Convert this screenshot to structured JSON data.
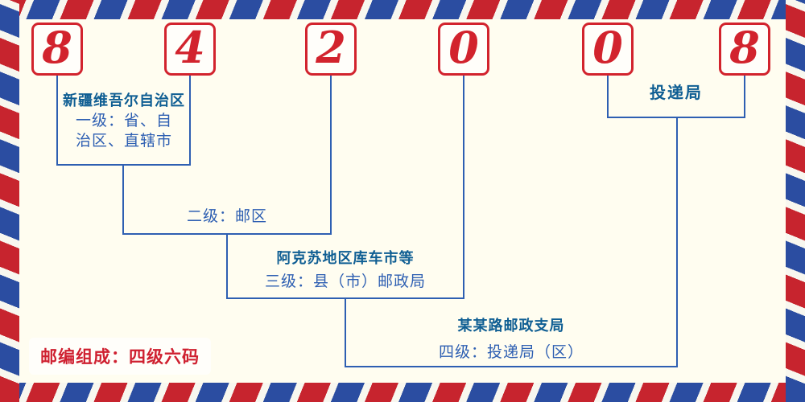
{
  "colors": {
    "background": "#fffdf0",
    "digit_red": "#d2232d",
    "line_blue": "#2e5fb2",
    "name_blue": "#0f5e93",
    "stripe_red": "#c7242e",
    "stripe_blue": "#2b4da1",
    "footer_red": "#cf2030"
  },
  "digits": [
    "8",
    "4",
    "2",
    "0",
    "0",
    "8"
  ],
  "labels": {
    "level1": {
      "name": "新疆维吾尔自治区",
      "desc_line1": "一级：省、自",
      "desc_line2": "治区、直辖市"
    },
    "level2": {
      "desc": "二级：邮区"
    },
    "level3": {
      "name": "阿克苏地区库车市等",
      "desc": "三级：县（市）邮政局"
    },
    "level4": {
      "name": "某某路邮政支局",
      "desc": "四级：投递局（区）"
    },
    "delivery": {
      "name": "投递局"
    },
    "footer": "邮编组成：四级六码"
  }
}
